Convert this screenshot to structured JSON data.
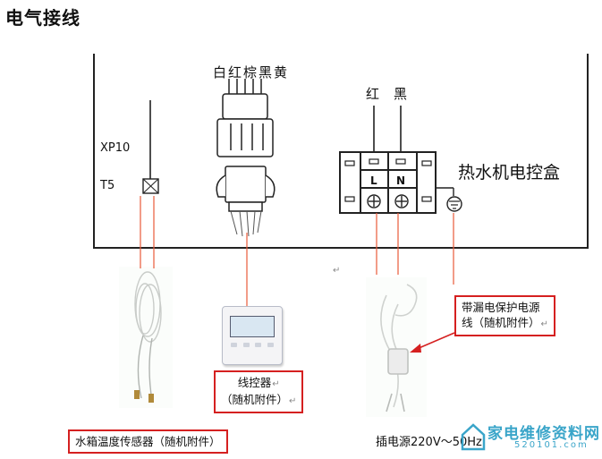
{
  "title": "电气接线",
  "labels": {
    "wire_colors_5": "白红棕黑黄",
    "wire_red": "红",
    "wire_black": "黑",
    "xp10": "XP10",
    "t5": "T5",
    "control_box": "热水机电控盒",
    "terminal_l": "L",
    "terminal_n": "N",
    "small_arrow": "↵"
  },
  "callouts": {
    "sensor": {
      "text": "水箱温度传感器（随机附件）"
    },
    "controller": {
      "line1": "线控器",
      "line2": "（随机附件）",
      "return_mark": "↵"
    },
    "power_line": {
      "line1": "带漏电保护电源",
      "line2": "线（随机附件）",
      "return_mark": "↵"
    }
  },
  "power_label": "插电源220V～50Hz",
  "watermark": {
    "text": "家电维修资料网",
    "url": "520101.com"
  },
  "colors": {
    "box_line": "#222222",
    "wire": "#e8593a",
    "callout_border": "#d52020",
    "arrow": "#d52020",
    "watermark": "#3aa5c9"
  }
}
